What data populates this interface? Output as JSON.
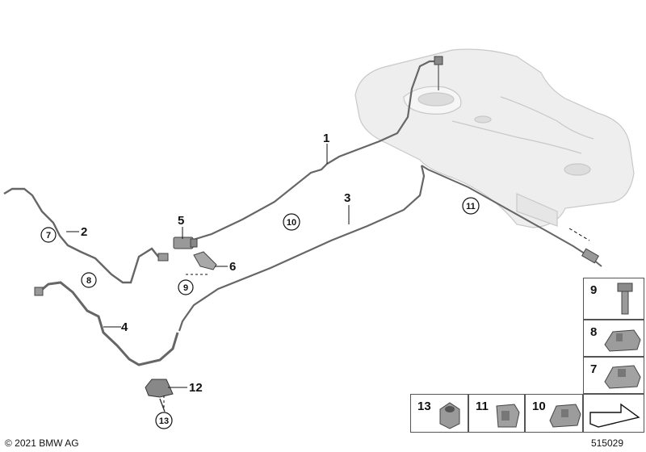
{
  "callouts": {
    "c1": "1",
    "c2": "2",
    "c3": "3",
    "c4": "4",
    "c5": "5",
    "c6": "6",
    "c12": "12"
  },
  "circled": {
    "c7": "7",
    "c8": "8",
    "c9": "9",
    "c10": "10",
    "c11": "11",
    "c13": "13"
  },
  "legend": {
    "cell9": "9",
    "cell8": "8",
    "cell7": "7",
    "cell13": "13",
    "cell11": "11",
    "cell10": "10"
  },
  "footer": {
    "copyright": "© 2021 BMW AG",
    "diagram_id": "515029"
  }
}
